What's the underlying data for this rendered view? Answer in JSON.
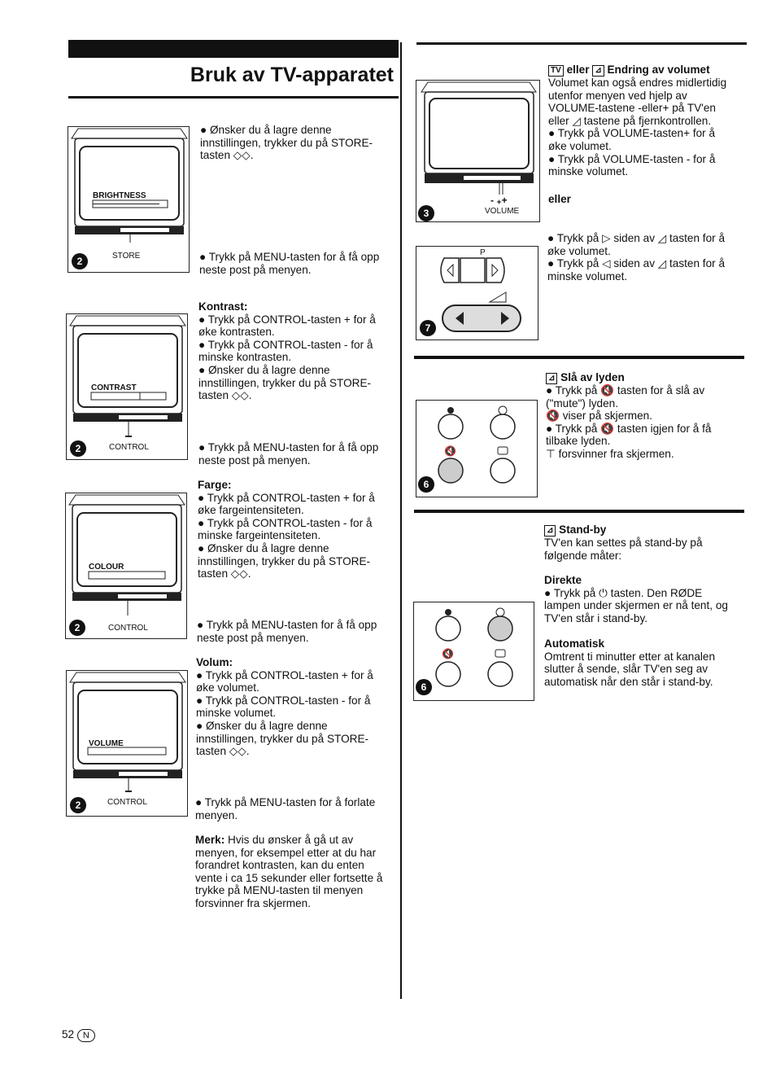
{
  "header": {
    "title": "Bruk av TV-apparatet"
  },
  "figures": {
    "brightness": {
      "screen_label": "BRIGHTNESS",
      "caption": "STORE",
      "badge": "2"
    },
    "contrast": {
      "screen_label": "CONTRAST",
      "caption": "CONTROL",
      "badge": "2"
    },
    "colour": {
      "screen_label": "COLOUR",
      "caption": "CONTROL",
      "badge": "2"
    },
    "volume": {
      "screen_label": "VOLUME",
      "caption": "CONTROL",
      "badge": "2"
    },
    "tv_volume": {
      "caption": "VOLUME",
      "badge": "3"
    },
    "remote": {
      "p_label": "P",
      "badge": "7"
    },
    "mute_panel": {
      "badge": "6"
    },
    "standby_panel": {
      "badge": "6"
    }
  },
  "left": {
    "store1": [
      "● Ønsker du å lagre denne",
      "innstillingen, trykker du på STORE-",
      "tasten ◇◇."
    ],
    "menu1": [
      "● Trykk på MENU-tasten for å få opp",
      "neste post på menyen."
    ],
    "kontrast_head": "Kontrast:",
    "kontrast": [
      "● Trykk på CONTROL-tasten + for å",
      "øke kontrasten.",
      "● Trykk på CONTROL-tasten - for å",
      "minske kontrasten.",
      "● Ønsker du å lagre denne",
      "innstillingen, trykker du på STORE-",
      "tasten ◇◇."
    ],
    "menu2": [
      "● Trykk på MENU-tasten for å få opp",
      "neste post på menyen."
    ],
    "farge_head": "Farge:",
    "farge": [
      "● Trykk på CONTROL-tasten + for å",
      "øke fargeintensiteten.",
      "● Trykk på CONTROL-tasten - for å",
      "minske fargeintensiteten.",
      "● Ønsker du å lagre denne",
      "innstillingen, trykker du på STORE-",
      "tasten ◇◇."
    ],
    "menu3": [
      "● Trykk på MENU-tasten for å få opp",
      "neste post på menyen."
    ],
    "volum_head": "Volum:",
    "volum": [
      "● Trykk på CONTROL-tasten + for å",
      "øke volumet.",
      "● Trykk på CONTROL-tasten - for å",
      "minske volumet.",
      "● Ønsker du å lagre denne",
      "innstillingen, trykker du på STORE-",
      "tasten ◇◇."
    ],
    "menu4": [
      "● Trykk på MENU-tasten for å forlate",
      "menyen."
    ],
    "merk_head": "Merk:",
    "merk": [
      " Hvis du ønsker å gå ut av",
      "menyen, for eksempel etter at du har",
      "forandret kontrasten, kan du enten",
      "vente i ca 15 sekunder eller fortsette å",
      "trykke på MENU-tasten til menyen",
      "forsvinner fra skjermen."
    ]
  },
  "right": {
    "vol_tv_icon": "TV",
    "vol_eller": "eller",
    "vol_head": "Endring av volumet",
    "vol": [
      "Volumet kan også endres midlertidig",
      "utenfor menyen ved hjelp av",
      "VOLUME-tastene -eller+ på TV'en",
      "eller ◿ tastene på fjernkontrollen.",
      "● Trykk på VOLUME-tasten+ for å",
      "øke volumet.",
      "● Trykk på VOLUME-tasten - for å",
      "minske volumet."
    ],
    "eller": "eller",
    "remote": [
      "● Trykk på ▷ siden av ◿ tasten for å",
      "øke volumet.",
      "● Trykk på ◁ siden av ◿ tasten for å",
      "minske volumet."
    ],
    "mute_head": "Slå av lyden",
    "mute": [
      "● Trykk på 🔇 tasten for å slå av",
      "(\"mute\") lyden.",
      "🔇 viser på skjermen.",
      "● Trykk på 🔇 tasten igjen for å få",
      "tilbake lyden.",
      "⊤ forsvinner fra skjermen."
    ],
    "standby_head": "Stand-by",
    "standby": [
      "TV'en kan settes på stand-by på",
      "følgende måter:"
    ],
    "direkte_head": "Direkte",
    "direkte": [
      "● Trykk på ⏻ tasten. Den RØDE",
      "lampen under skjermen er nå tent, og",
      "TV'en står i stand-by."
    ],
    "auto_head": "Automatisk",
    "auto": [
      "Omtrent ti minutter etter at kanalen",
      "slutter å sende, slår TV'en seg av",
      "automatisk når den står i stand-by."
    ]
  },
  "footer": {
    "page_number": "52",
    "lang_code": "N"
  }
}
